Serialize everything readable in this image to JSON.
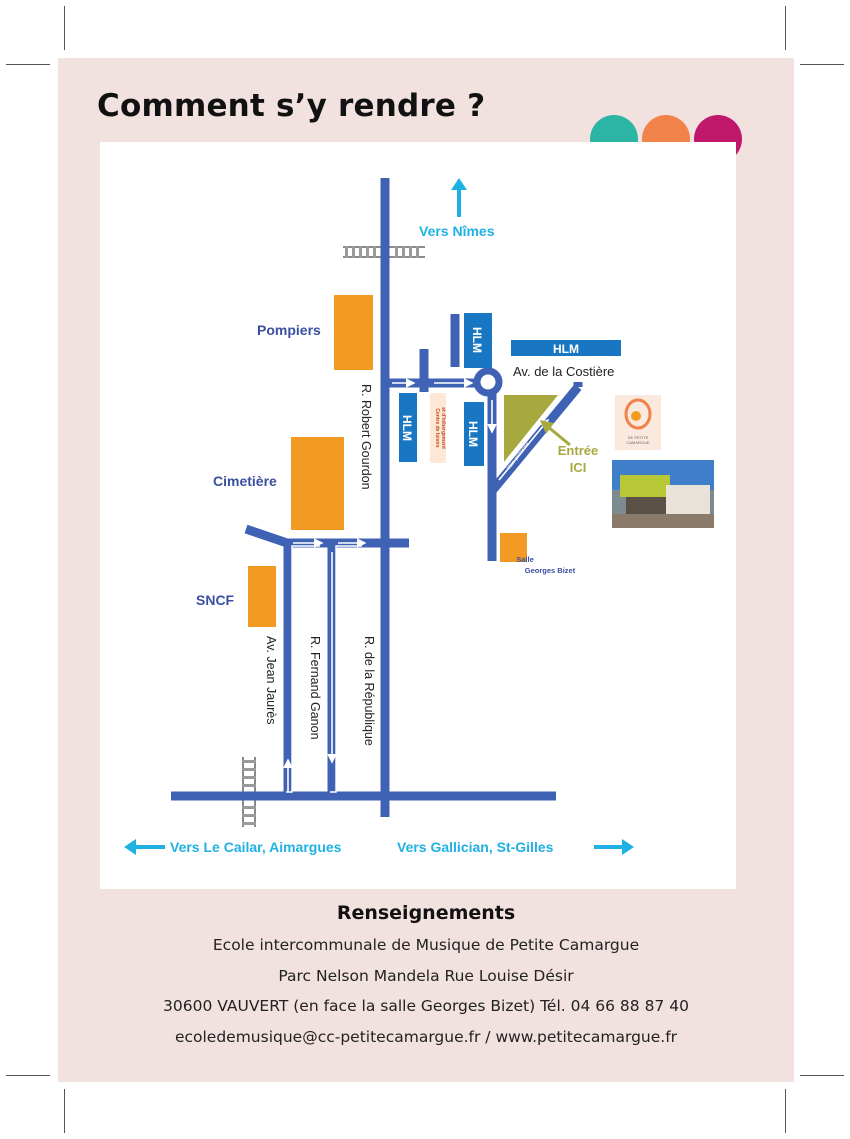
{
  "title": "Comment s’y rendre ?",
  "accent_dots": [
    "#2cb5a5",
    "#f0824a",
    "#c0186a"
  ],
  "colors": {
    "road": "#3f62b5",
    "building": "#f39a22",
    "hlm": "#1976c2",
    "direction": "#1fb1e3",
    "entry": "#a7a83e",
    "label": "#3a4fa0"
  },
  "map": {
    "directions": {
      "north": "Vers Nîmes",
      "west": "Vers Le Cailar, Aimargues",
      "east": "Vers Gallician, St-Gilles"
    },
    "places": {
      "pompiers": "Pompiers",
      "cimetiere": "Cimetière",
      "sncf": "SNCF",
      "salle": [
        "Salle",
        "Georges Bizet"
      ],
      "centre": [
        "Centre de loisirs",
        "et d'hébergement"
      ],
      "hlm": "HLM"
    },
    "streets": {
      "robert_gourdon": "R. Robert Gourdon",
      "costiere": "Av. de la Costière",
      "voie_pietonne": "Voie piétonne",
      "jean_jaures": "Av. Jean Jaurès",
      "fernand_ganon": "R. Fernand Ganon",
      "republique": "R. de la République"
    },
    "entry": [
      "Entrée",
      "ICI"
    ],
    "logo_text": [
      "DE PETITE",
      "CAMARGUE"
    ]
  },
  "info": {
    "heading": "Renseignements",
    "lines": [
      "Ecole intercommunale de Musique de Petite Camargue",
      "Parc Nelson Mandela Rue Louise Désir",
      "30600  VAUVERT (en face la salle Georges Bizet) Tél.  04 66 88 87 40",
      "ecoledemusique@cc-petitecamargue.fr / www.petitecamargue.fr"
    ]
  }
}
